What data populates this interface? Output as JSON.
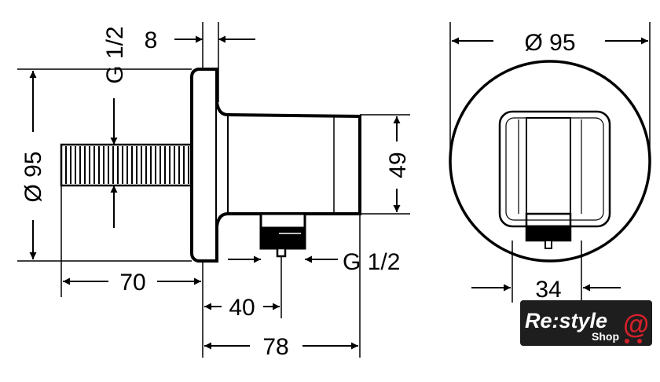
{
  "side_view": {
    "flange_thickness": "8",
    "inlet_thread": "G 1/2",
    "flange_diameter": "Ø 95",
    "body_height": "49",
    "pipe_length": "70",
    "outlet_offset": "40",
    "total_depth": "78",
    "outlet_thread": "G 1/2"
  },
  "front_view": {
    "diameter": "Ø 95",
    "holder_width": "34"
  },
  "logo": {
    "brand": "Re:style",
    "sub": "Shop",
    "at": "@",
    "colors": {
      "background": "#1e1e1e",
      "accent": "#d4202a",
      "text": "#ffffff"
    }
  }
}
